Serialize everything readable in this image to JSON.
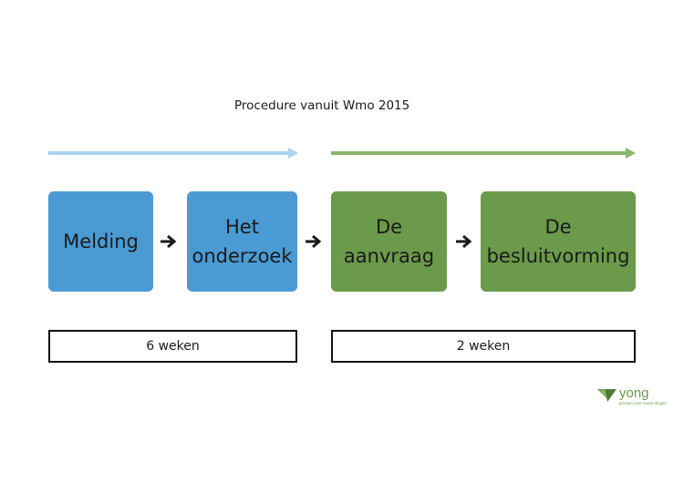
{
  "diagram": {
    "title": "Procedure vanuit Wmo 2015",
    "colors": {
      "blue": "#4a9ad4",
      "green": "#6a9a4a",
      "light_blue_arrow": "#a8d4f0",
      "green_arrow": "#8ab86a",
      "connector": "#1a1a1a"
    },
    "steps": [
      {
        "label": "Melding",
        "color": "blue"
      },
      {
        "label": "Het\nonderzoek",
        "color": "blue"
      },
      {
        "label": "De\naanvraag",
        "color": "green"
      },
      {
        "label": "De\nbesluitvorming",
        "color": "green"
      }
    ],
    "durations": [
      {
        "label": "6 weken"
      },
      {
        "label": "2 weken"
      }
    ]
  },
  "logo": {
    "name": "yong",
    "tagline": "spreken over leuke dingen",
    "icon": "yong-v-logo-icon"
  }
}
